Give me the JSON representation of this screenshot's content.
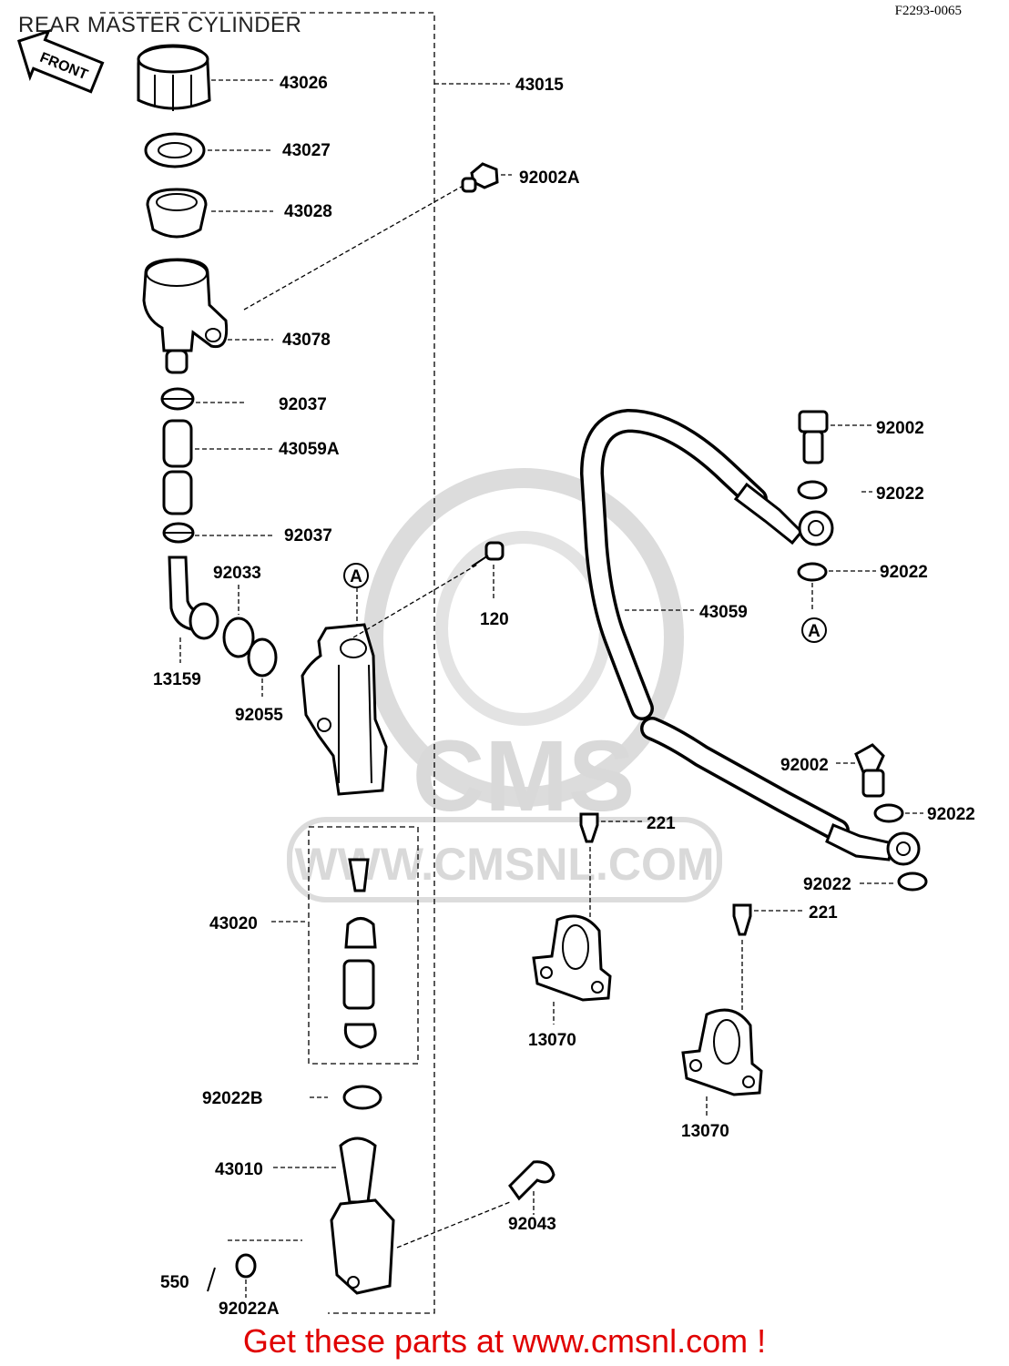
{
  "title": "REAR MASTER CYLINDER",
  "reference_code": "F2293-0065",
  "front_label": "FRONT",
  "watermark": {
    "logo_text": "CMS",
    "url_text": "WWW.CMSNL.COM"
  },
  "promo_text": "Get these parts at www.cmsnl.com !",
  "callouts": {
    "c43026": "43026",
    "c43015": "43015",
    "c43027": "43027",
    "c92002A": "92002A",
    "c43028": "43028",
    "c43078": "43078",
    "c92037a": "92037",
    "c43059A": "43059A",
    "c92037b": "92037",
    "c92033": "92033",
    "c13159": "13159",
    "c92055": "92055",
    "c120": "120",
    "cA1": "A",
    "c92002a": "92002",
    "c92022a": "92022",
    "c92022b": "92022",
    "cA2": "A",
    "c43059": "43059",
    "c92002b": "92002",
    "c92022c": "92022",
    "c221a": "221",
    "c92022d": "92022",
    "c221b": "221",
    "c43020": "43020",
    "c13070a": "13070",
    "c13070b": "13070",
    "c92022B": "92022B",
    "c43010": "43010",
    "c92043": "92043",
    "c550": "550",
    "c92022A": "92022A"
  },
  "colors": {
    "promo": "#e00000",
    "watermark": "#d9d9d9",
    "ink": "#000000"
  }
}
